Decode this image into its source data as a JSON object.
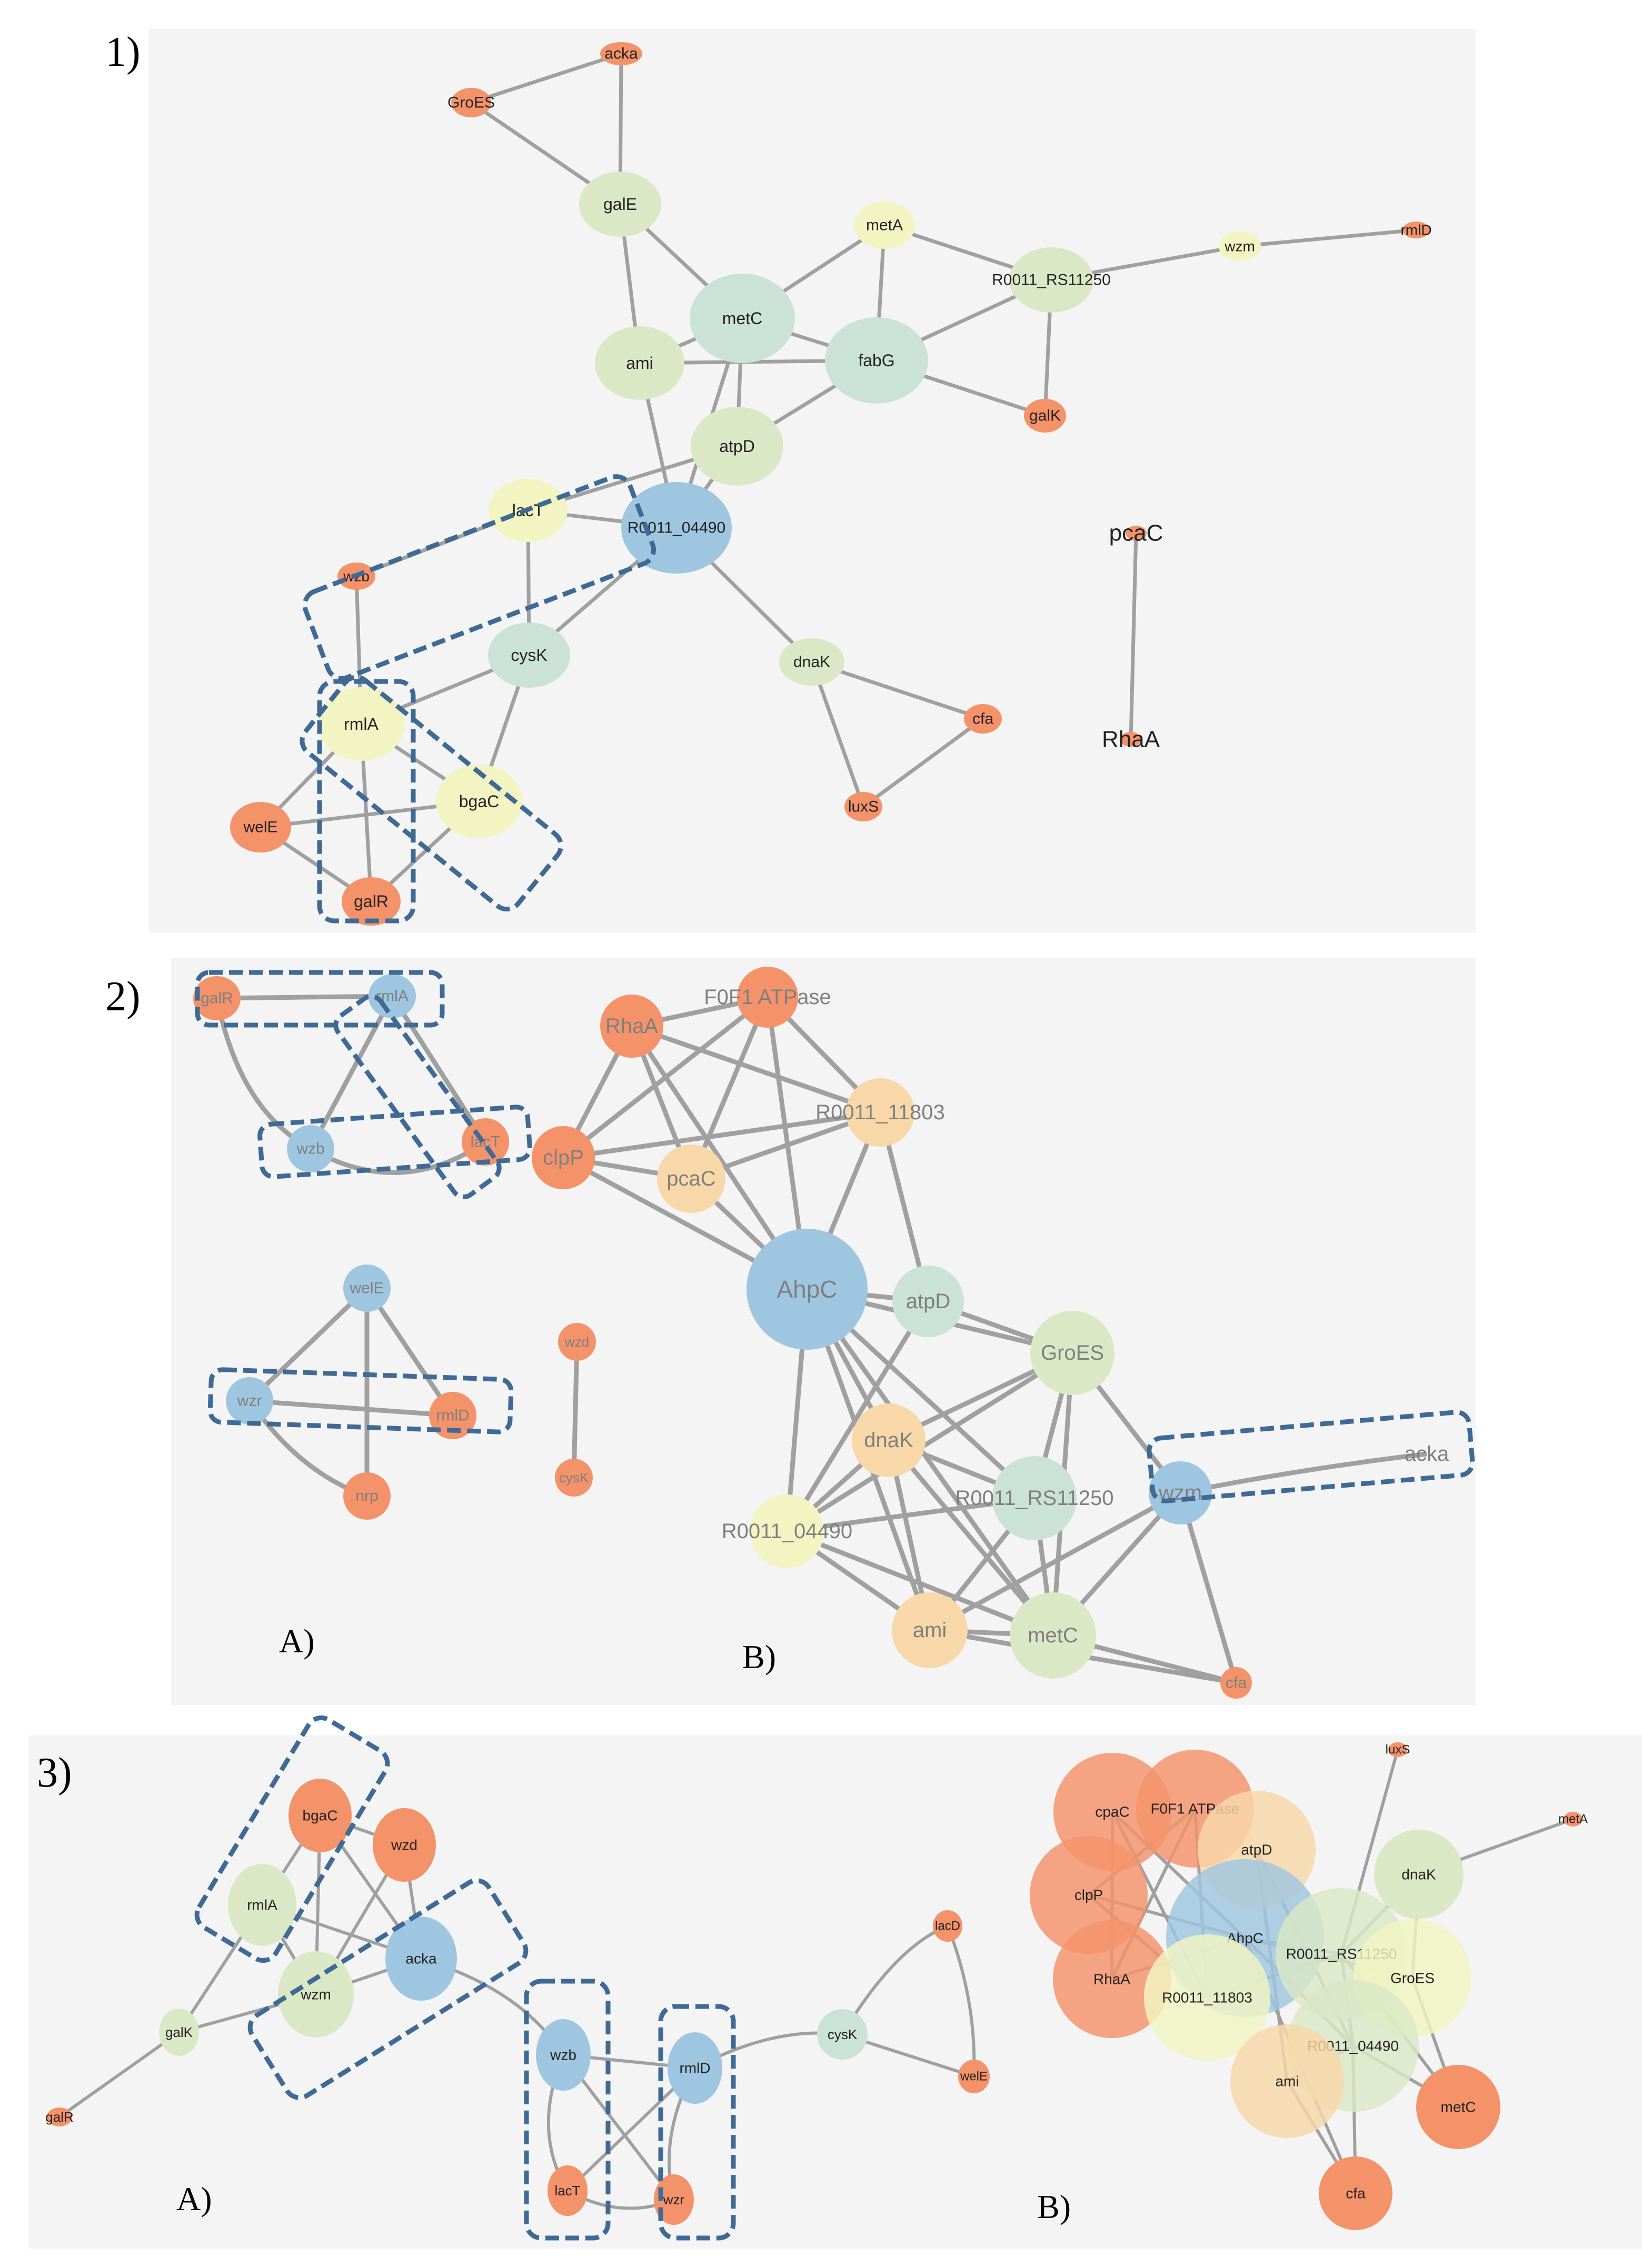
{
  "palette": {
    "orange": "#f4926a",
    "blue": "#9fc6e0",
    "lightgreen": "#dbe8c6",
    "teal": "#cbe2d8",
    "yellow": "#f2f5c2",
    "peach": "#f8d8a8",
    "box": "#3f6a96",
    "edge": "#a0a0a0",
    "panel": "#f4f4f4"
  },
  "panels": {
    "p1": {
      "label": "1)",
      "nodes": {
        "acka": {
          "label": "acka",
          "color": "orange"
        },
        "GroES": {
          "label": "GroES",
          "color": "orange"
        },
        "galE": {
          "label": "galE",
          "color": "lightgreen"
        },
        "metA": {
          "label": "metA",
          "color": "yellow"
        },
        "R0011_RS11250": {
          "label": "R0011_RS11250",
          "color": "lightgreen"
        },
        "wzm": {
          "label": "wzm",
          "color": "yellow"
        },
        "rmlD": {
          "label": "rmlD",
          "color": "orange"
        },
        "metC": {
          "label": "metC",
          "color": "teal"
        },
        "ami": {
          "label": "ami",
          "color": "lightgreen"
        },
        "fabG": {
          "label": "fabG",
          "color": "teal"
        },
        "galK": {
          "label": "galK",
          "color": "orange"
        },
        "atpD": {
          "label": "atpD",
          "color": "lightgreen"
        },
        "lacT": {
          "label": "lacT",
          "color": "yellow"
        },
        "R0011_04490": {
          "label": "R0011_04490",
          "color": "blue"
        },
        "wzb": {
          "label": "wzb",
          "color": "orange"
        },
        "cysK": {
          "label": "cysK",
          "color": "teal"
        },
        "dnaK": {
          "label": "dnaK",
          "color": "lightgreen"
        },
        "cfa": {
          "label": "cfa",
          "color": "orange"
        },
        "luxS": {
          "label": "luxS",
          "color": "orange"
        },
        "rmlA": {
          "label": "rmlA",
          "color": "yellow"
        },
        "bgaC": {
          "label": "bgaC",
          "color": "yellow"
        },
        "welE": {
          "label": "welE",
          "color": "orange"
        },
        "galR": {
          "label": "galR",
          "color": "orange"
        },
        "pcaC": {
          "label": "pcaC",
          "color": "orange"
        },
        "RhaA": {
          "label": "RhaA",
          "color": "orange"
        }
      }
    },
    "p2": {
      "label": "2)",
      "sub_a": "A)",
      "sub_b": "B)",
      "nodes": {
        "galR": {
          "label": "galR",
          "color": "orange"
        },
        "rmlA": {
          "label": "rmlA",
          "color": "blue"
        },
        "wzb": {
          "label": "wzb",
          "color": "blue"
        },
        "lacT": {
          "label": "lacT",
          "color": "orange"
        },
        "welE": {
          "label": "welE",
          "color": "blue"
        },
        "wzr": {
          "label": "wzr",
          "color": "blue"
        },
        "rmlD": {
          "label": "rmlD",
          "color": "orange"
        },
        "nrp": {
          "label": "nrp",
          "color": "orange"
        },
        "wzd": {
          "label": "wzd",
          "color": "orange"
        },
        "cysK": {
          "label": "cysK",
          "color": "orange"
        },
        "RhaA": {
          "label": "RhaA",
          "color": "orange"
        },
        "F0F1ATPase": {
          "label": "F0F1 ATPase",
          "color": "orange"
        },
        "R0011_11803": {
          "label": "R0011_11803",
          "color": "peach"
        },
        "clpP": {
          "label": "clpP",
          "color": "orange"
        },
        "pcaC": {
          "label": "pcaC",
          "color": "peach"
        },
        "AhpC": {
          "label": "AhpC",
          "color": "blue"
        },
        "atpD": {
          "label": "atpD",
          "color": "teal"
        },
        "GroES": {
          "label": "GroES",
          "color": "lightgreen"
        },
        "dnaK": {
          "label": "dnaK",
          "color": "peach"
        },
        "R0011_RS11250": {
          "label": "R0011_RS11250",
          "color": "teal"
        },
        "wzm": {
          "label": "wzm",
          "color": "blue"
        },
        "acka": {
          "label": "acka",
          "color": "none"
        },
        "R0011_04490": {
          "label": "R0011_04490",
          "color": "yellow"
        },
        "ami": {
          "label": "ami",
          "color": "peach"
        },
        "metC": {
          "label": "metC",
          "color": "lightgreen"
        },
        "cfa": {
          "label": "cfa",
          "color": "orange"
        }
      }
    },
    "p3": {
      "label": "3)",
      "sub_a": "A)",
      "sub_b": "B)",
      "nodes": {
        "bgaC": {
          "label": "bgaC",
          "color": "orange"
        },
        "wzd": {
          "label": "wzd",
          "color": "orange"
        },
        "rmlA": {
          "label": "rmlA",
          "color": "lightgreen"
        },
        "acka": {
          "label": "acka",
          "color": "blue"
        },
        "wzm": {
          "label": "wzm",
          "color": "lightgreen"
        },
        "galK": {
          "label": "galK",
          "color": "lightgreen"
        },
        "galR": {
          "label": "galR",
          "color": "orange"
        },
        "wzb": {
          "label": "wzb",
          "color": "blue"
        },
        "rmlD": {
          "label": "rmlD",
          "color": "blue"
        },
        "lacT": {
          "label": "lacT",
          "color": "orange"
        },
        "wzr": {
          "label": "wzr",
          "color": "orange"
        },
        "cysK": {
          "label": "cysK",
          "color": "teal"
        },
        "lacD": {
          "label": "lacD",
          "color": "orange"
        },
        "welE": {
          "label": "welE",
          "color": "orange"
        },
        "cpaC": {
          "label": "cpaC",
          "color": "orange"
        },
        "F0F1ATPase": {
          "label": "F0F1 ATPase",
          "color": "orange"
        },
        "atpD": {
          "label": "atpD",
          "color": "peach"
        },
        "clpP": {
          "label": "clpP",
          "color": "orange"
        },
        "AhpC": {
          "label": "AhpC",
          "color": "blue"
        },
        "RhaA": {
          "label": "RhaA",
          "color": "orange"
        },
        "R0011_11803": {
          "label": "R0011_11803",
          "color": "yellow"
        },
        "R0011_RS11250": {
          "label": "R0011_RS11250",
          "color": "lightgreen"
        },
        "GroES": {
          "label": "GroES",
          "color": "yellow"
        },
        "dnaK": {
          "label": "dnaK",
          "color": "lightgreen"
        },
        "R0011_04490": {
          "label": "R0011_04490",
          "color": "lightgreen"
        },
        "ami": {
          "label": "ami",
          "color": "peach"
        },
        "metC": {
          "label": "metC",
          "color": "orange"
        },
        "cfa": {
          "label": "cfa",
          "color": "orange"
        },
        "luxS": {
          "label": "luxS",
          "color": "orange"
        },
        "metA": {
          "label": "metA",
          "color": "orange"
        }
      }
    }
  }
}
